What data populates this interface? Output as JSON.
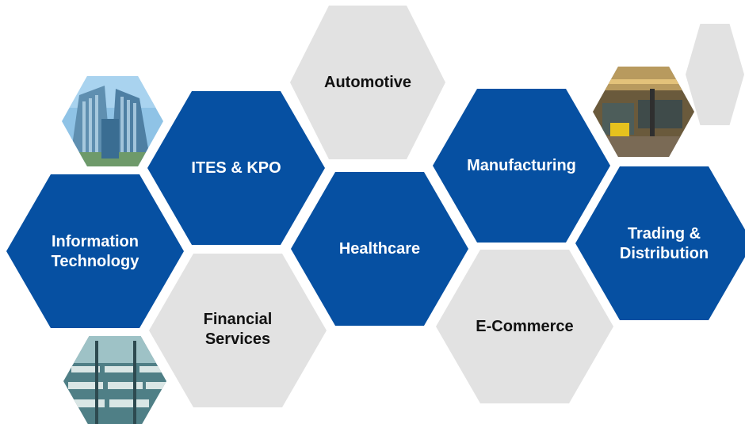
{
  "colors": {
    "blue": "#0650a2",
    "gray": "#e2e2e2",
    "text_on_blue": "#ffffff",
    "text_on_gray": "#111111"
  },
  "sectors": [
    {
      "key": "automotive",
      "label": "Automotive",
      "style": "gray"
    },
    {
      "key": "ites-kpo",
      "label": "ITES & KPO",
      "style": "blue"
    },
    {
      "key": "manufacturing",
      "label": "Manufacturing",
      "style": "blue"
    },
    {
      "key": "information-technology",
      "label": "Information\nTechnology",
      "style": "blue"
    },
    {
      "key": "healthcare",
      "label": "Healthcare",
      "style": "blue"
    },
    {
      "key": "trading-distribution",
      "label": "Trading &\nDistribution",
      "style": "blue"
    },
    {
      "key": "financial-services",
      "label": "Financial\nServices",
      "style": "gray"
    },
    {
      "key": "e-commerce",
      "label": "E-Commerce",
      "style": "gray"
    }
  ],
  "photos": [
    {
      "key": "office-buildings-photo",
      "icon": "office-buildings-image"
    },
    {
      "key": "factory-floor-photo",
      "icon": "factory-floor-image"
    },
    {
      "key": "warehouse-interior-photo",
      "icon": "warehouse-interior-image"
    }
  ],
  "decor": [
    {
      "key": "decorative-small-hex",
      "style": "gray"
    }
  ]
}
